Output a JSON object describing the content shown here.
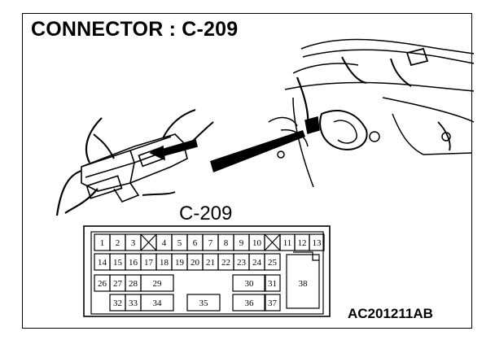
{
  "title": "CONNECTOR : C-209",
  "connector_label": "C-209",
  "figure_code": "AC201211AB",
  "pins": {
    "p1": "1",
    "p2": "2",
    "p3": "3",
    "p4": "4",
    "p5": "5",
    "p6": "6",
    "p7": "7",
    "p8": "8",
    "p9": "9",
    "p10": "10",
    "p11": "11",
    "p12": "12",
    "p13": "13",
    "p14": "14",
    "p15": "15",
    "p16": "16",
    "p17": "17",
    "p18": "18",
    "p19": "19",
    "p20": "20",
    "p21": "21",
    "p22": "22",
    "p23": "23",
    "p24": "24",
    "p25": "25",
    "p26": "26",
    "p27": "27",
    "p28": "28",
    "p29": "29",
    "p30": "30",
    "p31": "31",
    "p32": "32",
    "p33": "33",
    "p34": "34",
    "p35": "35",
    "p36": "36",
    "p37": "37",
    "p38": "38"
  }
}
